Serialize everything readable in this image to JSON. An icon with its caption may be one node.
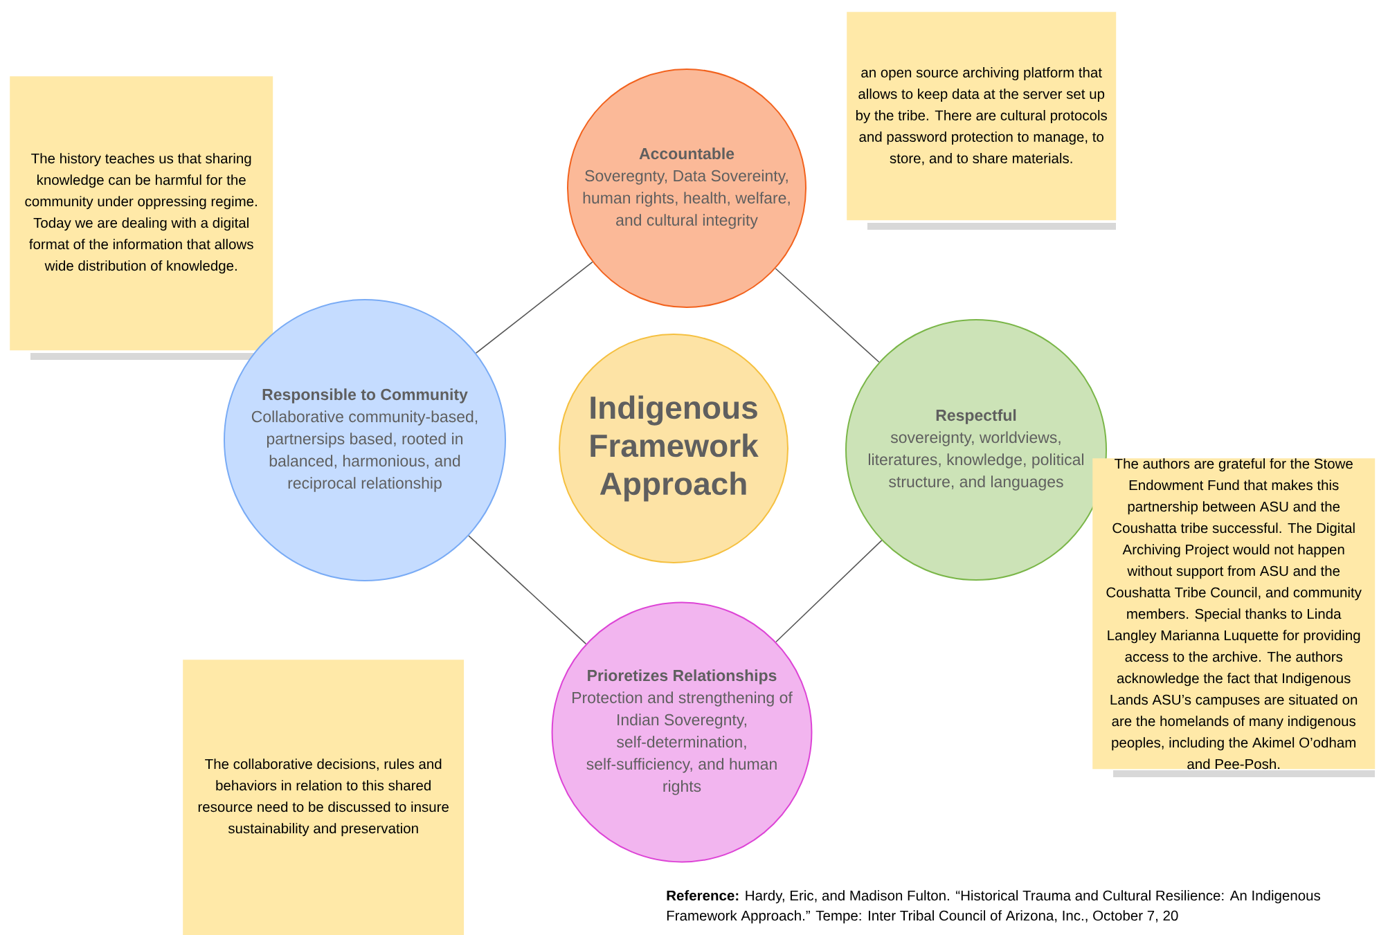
{
  "diagram": {
    "nodes": [
      {
        "text": [
          "The history teaches us that sharing knowledge can be harmful for the community under oppressing regime.  Today we are dealing with a digital format of the information that allows wide distribution of knowledge."
        ]
      },
      {
        "text": [
          "Accountable",
          "Soveregnty, Data Sovereinty, human rights, health, welfare, and cultural integrity"
        ]
      },
      {
        "text": [
          "an open source archiving platform that allows to keep data at the server set up by the tribe. There are cultural protocols and password protection to manage, to store, and to share materials."
        ]
      },
      {
        "text": [
          "Responsible to Community",
          "Collaborative community-based, partnersips based, rooted in balanced, harmonious, and reciprocal relationship"
        ]
      },
      {
        "text": [
          "Indigenous Framework Approach"
        ]
      },
      {
        "text": [
          "Respectful",
          "sovereignty, worldviews, literatures, knowledge, political structure, and languages"
        ]
      },
      {
        "text": [
          "The authors are grateful for the Stowe Endowment Fund that makes this partnership between ASU and the Coushatta tribe successful. The Digital Archiving Project would not happen without support from ASU and the Coushatta Tribe Council, and community members. Special thanks to Linda Langley Marianna Luquette for providing access to the archive. The authors acknowledge the fact that Indigenous Lands ASU’s campuses are situated on are the homelands of many indigenous peoples, including the Akimel O’odham and Pee-Posh."
        ]
      },
      {
        "text": [
          "The collaborative decisions, rules and behaviors in relation to this shared resource need to be discussed to insure sustainability and preservation"
        ]
      },
      {
        "text": [
          "Prioretizes Relationships",
          "Protection and strengthening of Indian Soveregnty, self-determination, self-sufficiency, and human rights"
        ]
      }
    ],
    "edges": [
      {
        "from": 3,
        "to": 1,
        "arrow": "none"
      },
      {
        "from": 1,
        "to": 5,
        "arrow": "none"
      },
      {
        "from": 3,
        "to": 8,
        "arrow": "none"
      },
      {
        "from": 8,
        "to": 5,
        "arrow": "none"
      }
    ],
    "labels": [
      "**Reference:** Hardy, Eric, and Madison Fulton. “Historical Trauma and Cultural Resilience: An Indigenous Framework Approach.” Tempe: Inter Tribal Council of Arizona, Inc., October 7, 20"
    ]
  }
}
